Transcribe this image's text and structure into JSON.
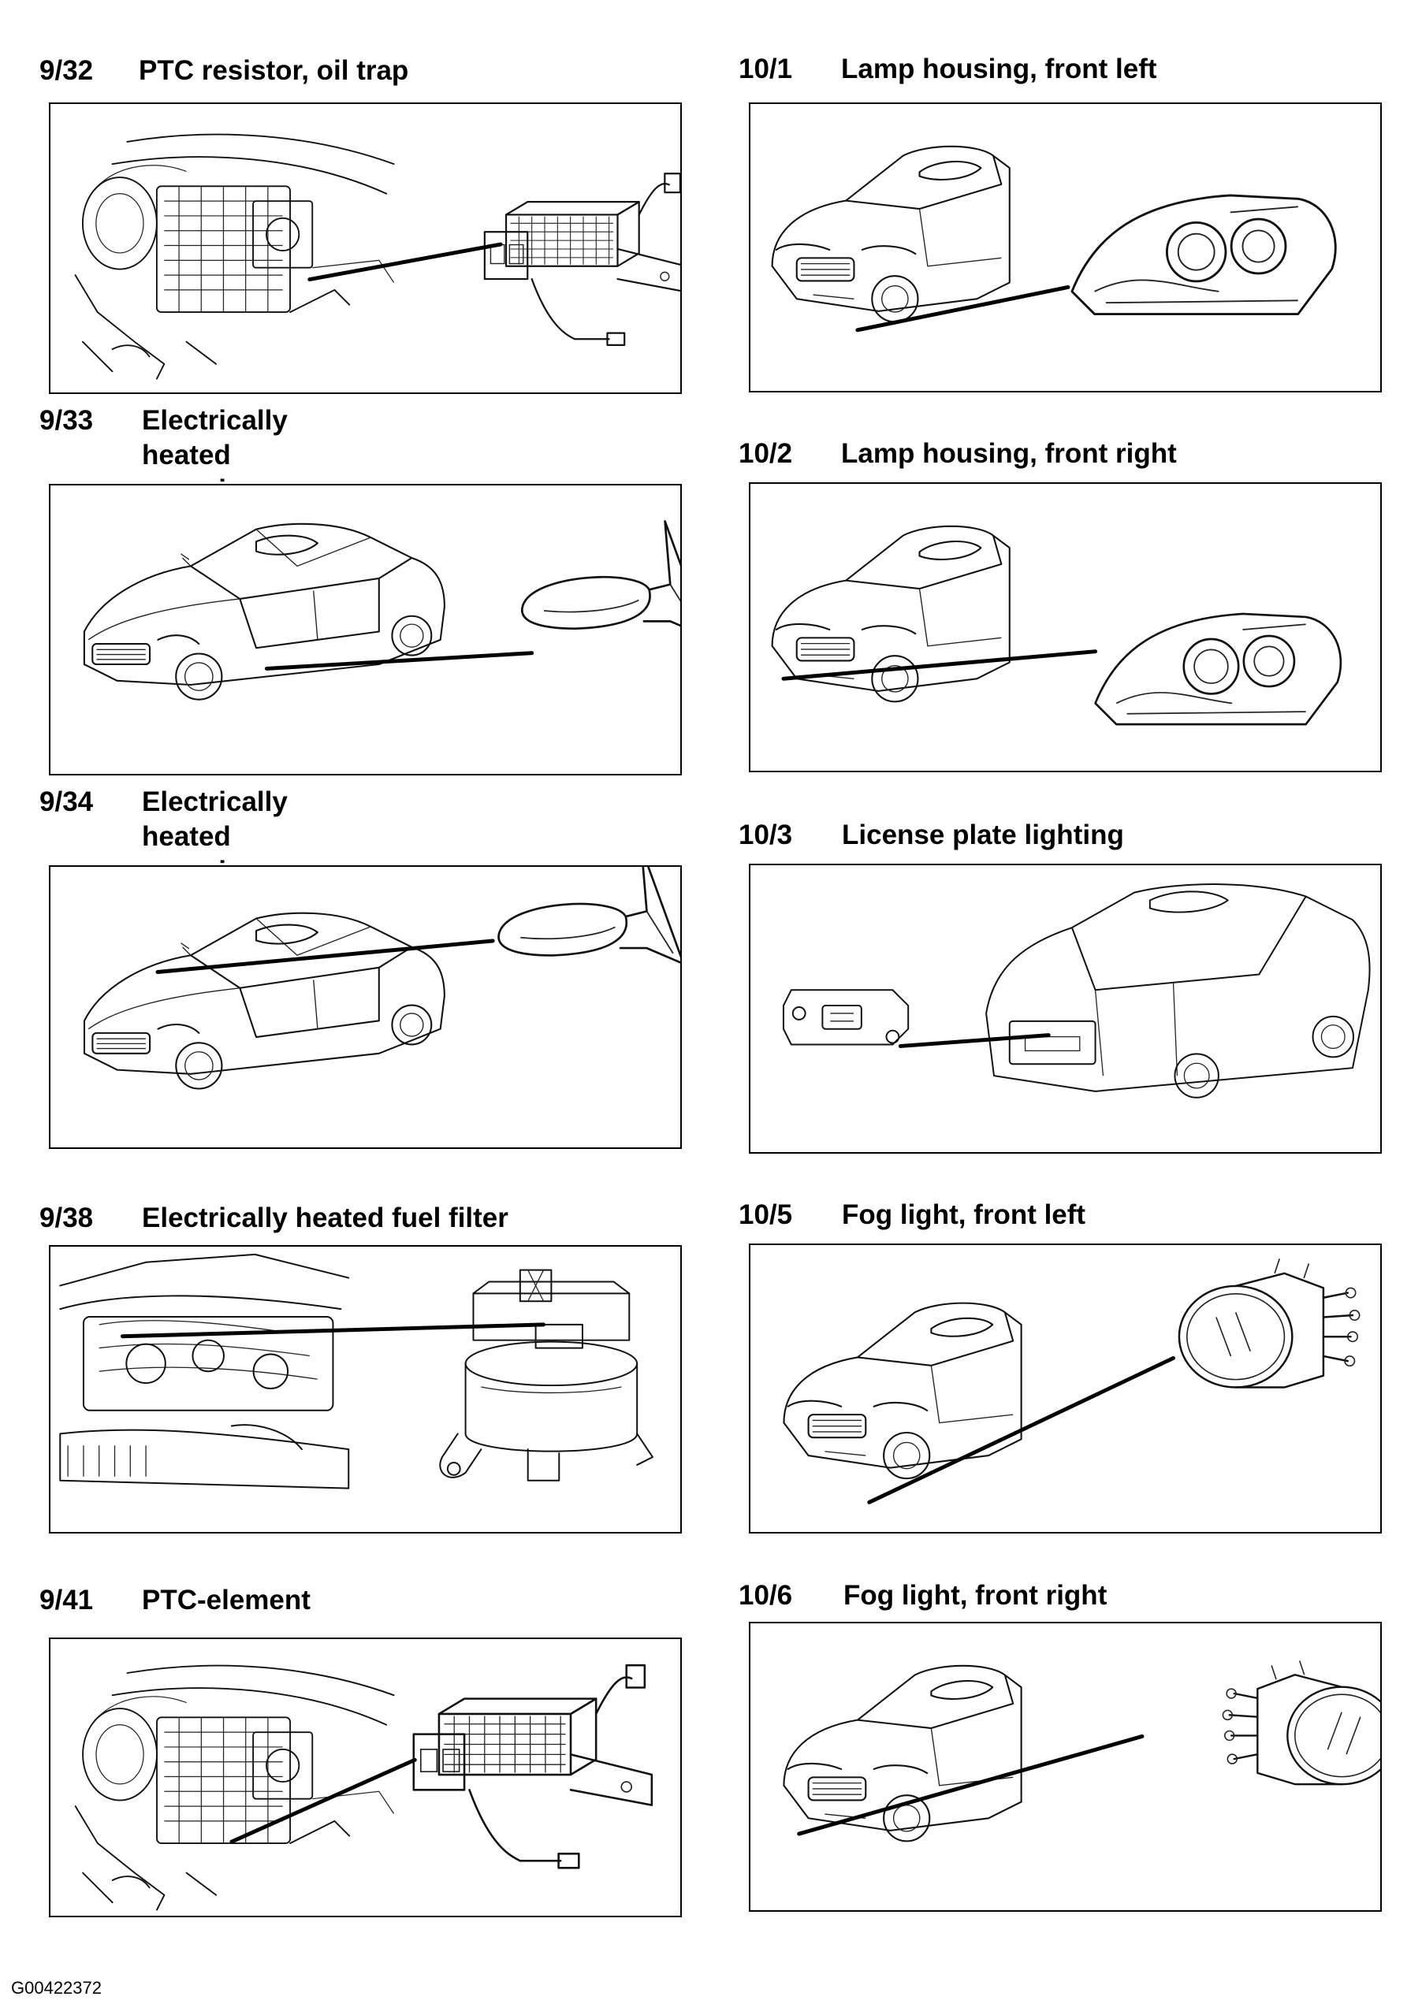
{
  "items": [
    {
      "num": "9/32",
      "label": "PTC resistor, oil trap"
    },
    {
      "num": "9/33",
      "label": "Electrically heated rear-view mirror,\ndriver’s door"
    },
    {
      "num": "9/34",
      "label": "Electrically heated rear-view mirror,\npassenger door"
    },
    {
      "num": "9/38",
      "label": "Electrically heated fuel filter"
    },
    {
      "num": "9/41",
      "label": "PTC-element"
    },
    {
      "num": "10/1",
      "label": "Lamp housing, front left"
    },
    {
      "num": "10/2",
      "label": "Lamp housing, front right"
    },
    {
      "num": "10/3",
      "label": "License plate lighting"
    },
    {
      "num": "10/5",
      "label": "Fog light, front left"
    },
    {
      "num": "10/6",
      "label": "Fog light, front right"
    }
  ],
  "illustrations": [
    {
      "id": "9/32",
      "subject": "dashboard-heater-unit",
      "detail": "ptc-resistor"
    },
    {
      "id": "9/33",
      "subject": "car-front-three-quarter",
      "detail": "door-mirror-left"
    },
    {
      "id": "9/34",
      "subject": "car-front-three-quarter",
      "detail": "door-mirror-right"
    },
    {
      "id": "9/38",
      "subject": "engine-bay",
      "detail": "fuel-filter"
    },
    {
      "id": "9/41",
      "subject": "dashboard-heater-unit",
      "detail": "ptc-element"
    },
    {
      "id": "10/1",
      "subject": "car-front",
      "detail": "headlamp-left"
    },
    {
      "id": "10/2",
      "subject": "car-front",
      "detail": "headlamp-right"
    },
    {
      "id": "10/3",
      "subject": "car-rear-three-quarter",
      "detail": "license-plate-lamp"
    },
    {
      "id": "10/5",
      "subject": "car-front",
      "detail": "fog-light-left"
    },
    {
      "id": "10/6",
      "subject": "car-front",
      "detail": "fog-light-right"
    }
  ],
  "figure_code": "G00422372"
}
